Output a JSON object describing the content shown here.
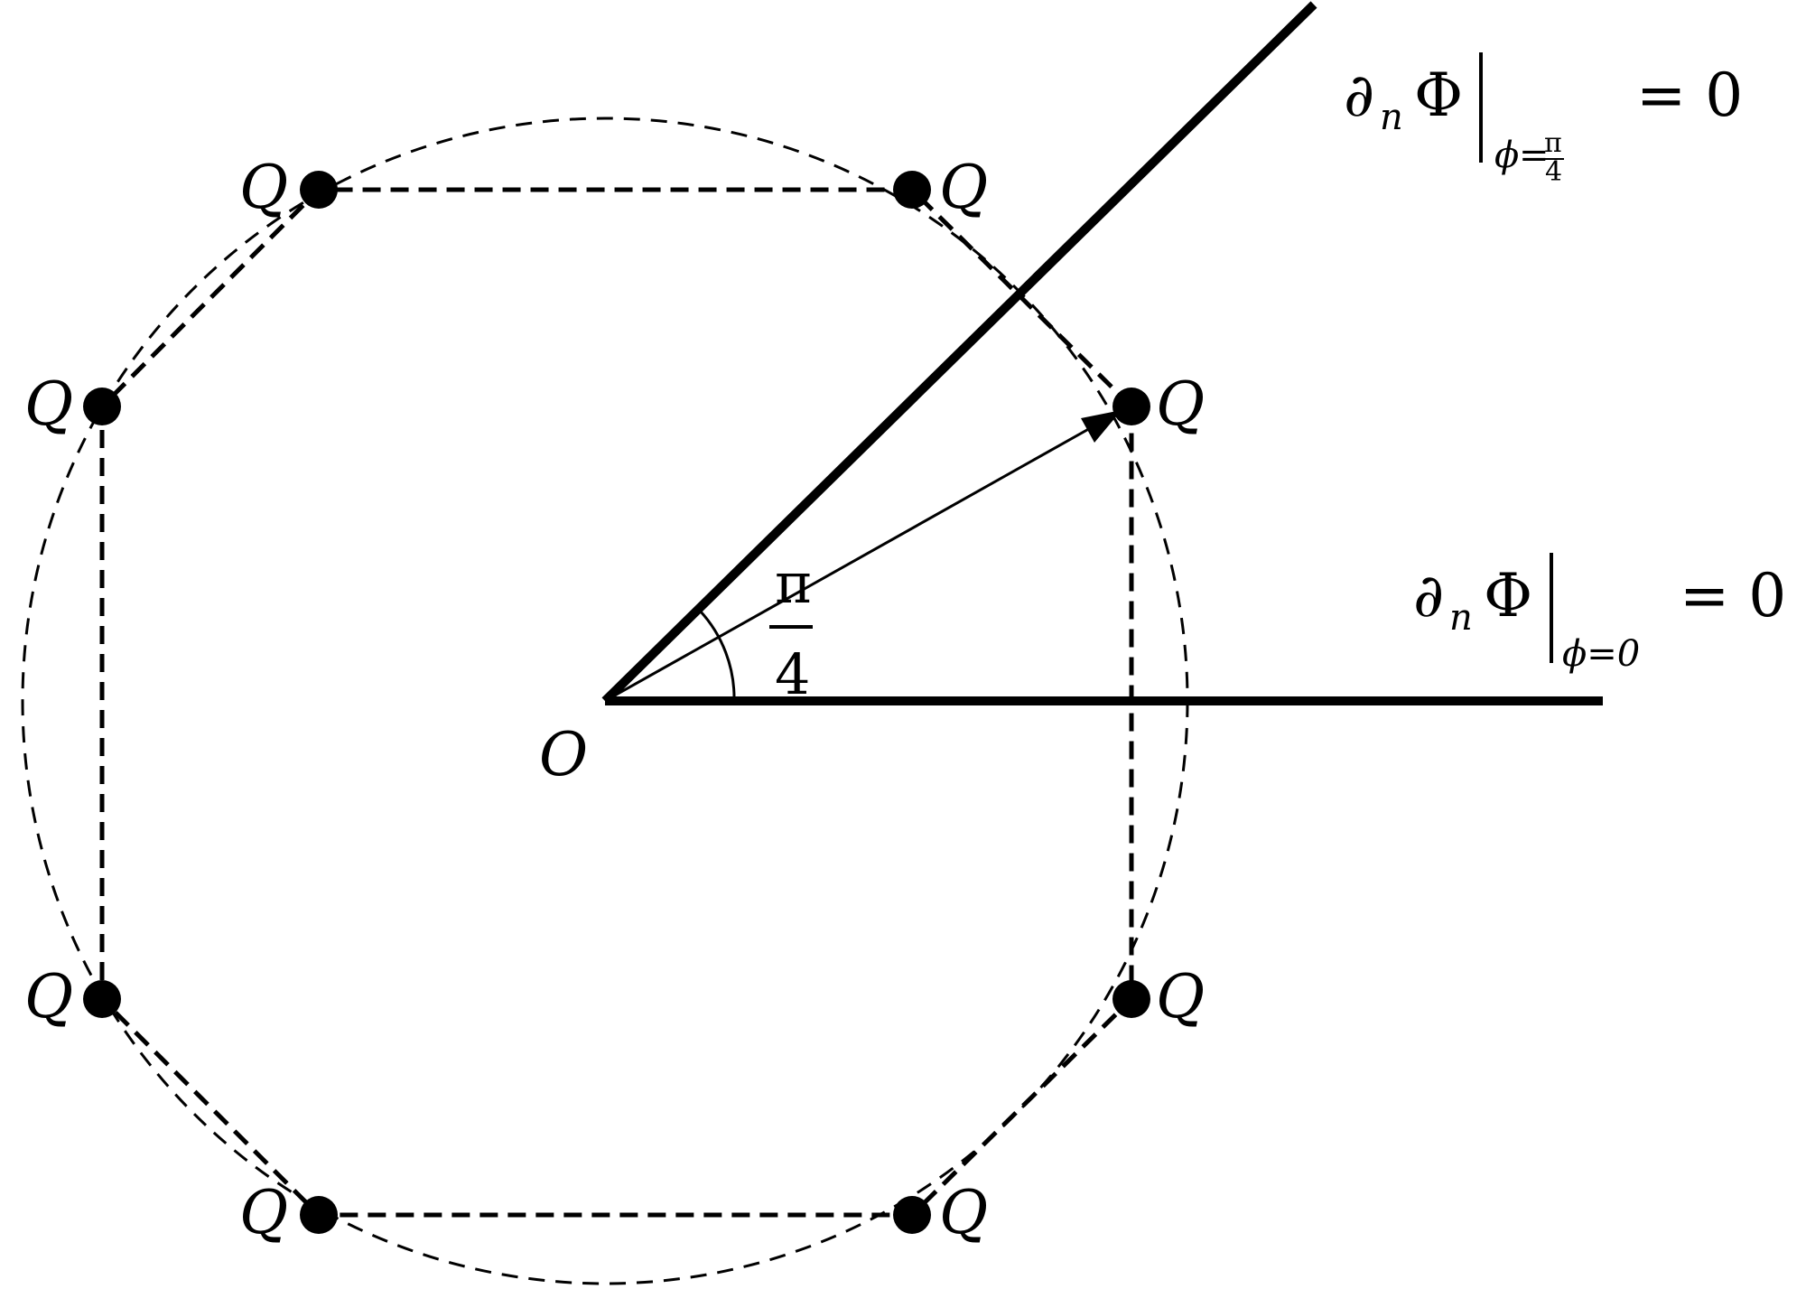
{
  "diagram": {
    "origin_label": "O",
    "charge_label": "Q",
    "angle_label": {
      "numerator": "π",
      "denominator": "4"
    },
    "boundary_top": {
      "operator": "∂",
      "operator_sub": "n",
      "field": "Φ",
      "eval_sub_var": "ϕ",
      "eval_sub_eq": "=",
      "eval_sub_num": "π",
      "eval_sub_den": "4",
      "rhs": "= 0"
    },
    "boundary_bottom": {
      "operator": "∂",
      "operator_sub": "n",
      "field": "Φ",
      "eval_sub": "ϕ=0",
      "rhs": "= 0"
    }
  }
}
